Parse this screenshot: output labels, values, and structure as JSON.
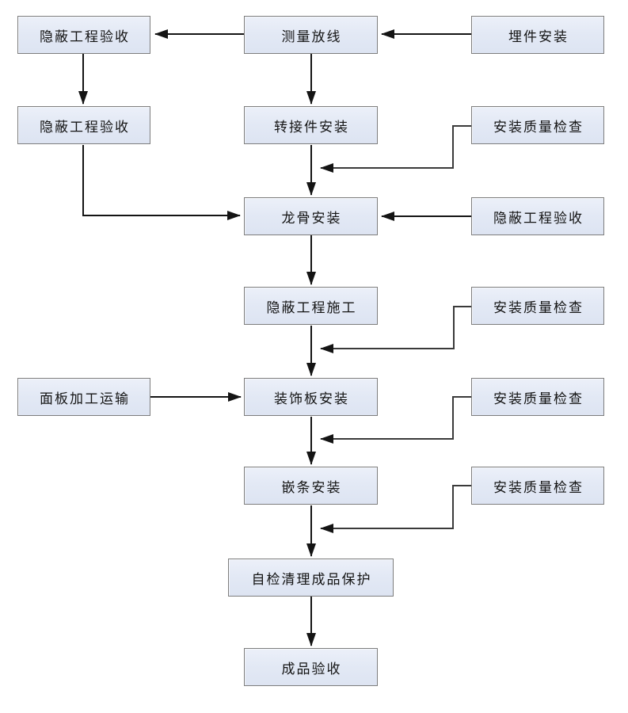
{
  "diagram": {
    "type": "flowchart",
    "colors": {
      "background": "#ffffff",
      "node_fill": "#e3e9f5",
      "node_fill_highlight": "#ecf0f9",
      "node_border": "#7d7d7d",
      "text": "#141414",
      "flow_arrow": "#141414",
      "elbow_connector": "#3a3a3a"
    },
    "nodes": [
      {
        "id": "hidden-acceptance-1",
        "label": "隐蔽工程验收"
      },
      {
        "id": "survey-layout",
        "label": "测量放线"
      },
      {
        "id": "embed-install",
        "label": "埋件安装"
      },
      {
        "id": "hidden-acceptance-2",
        "label": "隐蔽工程验收"
      },
      {
        "id": "adapter-install",
        "label": "转接件安装"
      },
      {
        "id": "quality-check-1",
        "label": "安装质量检查"
      },
      {
        "id": "keel-install",
        "label": "龙骨安装"
      },
      {
        "id": "hidden-acceptance-3",
        "label": "隐蔽工程验收"
      },
      {
        "id": "hidden-construction",
        "label": "隐蔽工程施工"
      },
      {
        "id": "quality-check-2",
        "label": "安装质量检查"
      },
      {
        "id": "panel-transport",
        "label": "面板加工运输"
      },
      {
        "id": "decor-panel-install",
        "label": "装饰板安装"
      },
      {
        "id": "quality-check-3",
        "label": "安装质量检查"
      },
      {
        "id": "trim-install",
        "label": "嵌条安装"
      },
      {
        "id": "quality-check-4",
        "label": "安装质量检查"
      },
      {
        "id": "self-clean-protect",
        "label": "自检清理成品保护"
      },
      {
        "id": "final-acceptance",
        "label": "成品验收"
      }
    ],
    "edges": [
      {
        "from": "embed-install",
        "to": "survey-layout"
      },
      {
        "from": "survey-layout",
        "to": "hidden-acceptance-1"
      },
      {
        "from": "hidden-acceptance-1",
        "to": "hidden-acceptance-2"
      },
      {
        "from": "survey-layout",
        "to": "adapter-install"
      },
      {
        "from": "adapter-install",
        "to": "keel-install"
      },
      {
        "from": "quality-check-1",
        "to": "keel-install"
      },
      {
        "from": "hidden-acceptance-2",
        "to": "keel-install"
      },
      {
        "from": "hidden-acceptance-3",
        "to": "keel-install"
      },
      {
        "from": "keel-install",
        "to": "hidden-construction"
      },
      {
        "from": "quality-check-2",
        "to": "decor-panel-install"
      },
      {
        "from": "hidden-construction",
        "to": "decor-panel-install"
      },
      {
        "from": "panel-transport",
        "to": "decor-panel-install"
      },
      {
        "from": "quality-check-3",
        "to": "trim-install"
      },
      {
        "from": "decor-panel-install",
        "to": "trim-install"
      },
      {
        "from": "quality-check-4",
        "to": "self-clean-protect"
      },
      {
        "from": "trim-install",
        "to": "self-clean-protect"
      },
      {
        "from": "self-clean-protect",
        "to": "final-acceptance"
      }
    ]
  }
}
